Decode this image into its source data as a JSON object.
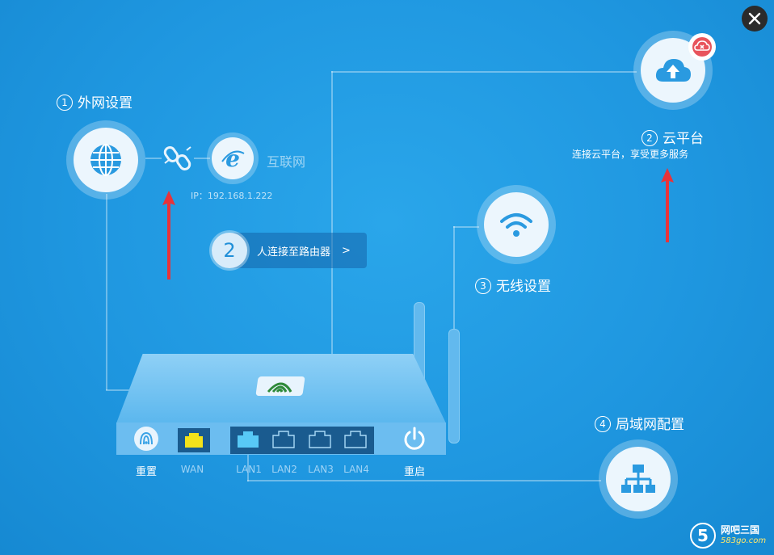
{
  "close_icon": "close-icon",
  "wan_setting": {
    "number": "1",
    "label": "外网设置",
    "icon": "globe-icon"
  },
  "internet": {
    "label": "互联网",
    "ip": "IP：192.168.1.222",
    "icon": "ie-icon",
    "link_icon": "broken-link-icon"
  },
  "connected_devices": {
    "count": "2",
    "label": "人连接至路由器",
    "arrow": ">"
  },
  "cloud": {
    "number": "2",
    "label": "云平台",
    "desc": "连接云平台，享受更多服务",
    "icon": "cloud-upload-icon",
    "status_icon": "cloud-error-icon"
  },
  "wireless": {
    "number": "3",
    "label": "无线设置",
    "icon": "wifi-icon"
  },
  "lan": {
    "number": "4",
    "label": "局域网配置",
    "icon": "network-icon"
  },
  "router": {
    "reset_label": "重置",
    "wan_label": "WAN",
    "lan_ports": [
      "LAN1",
      "LAN2",
      "LAN3",
      "LAN4"
    ],
    "restart_label": "重启",
    "logo_icon": "router-logo-icon"
  },
  "watermark": {
    "text": "网吧三国",
    "url": "583go.com"
  },
  "colors": {
    "accent_red": "#e8333a",
    "wan_yellow": "#f3e21a",
    "lan1_blue": "#58c9f6"
  }
}
